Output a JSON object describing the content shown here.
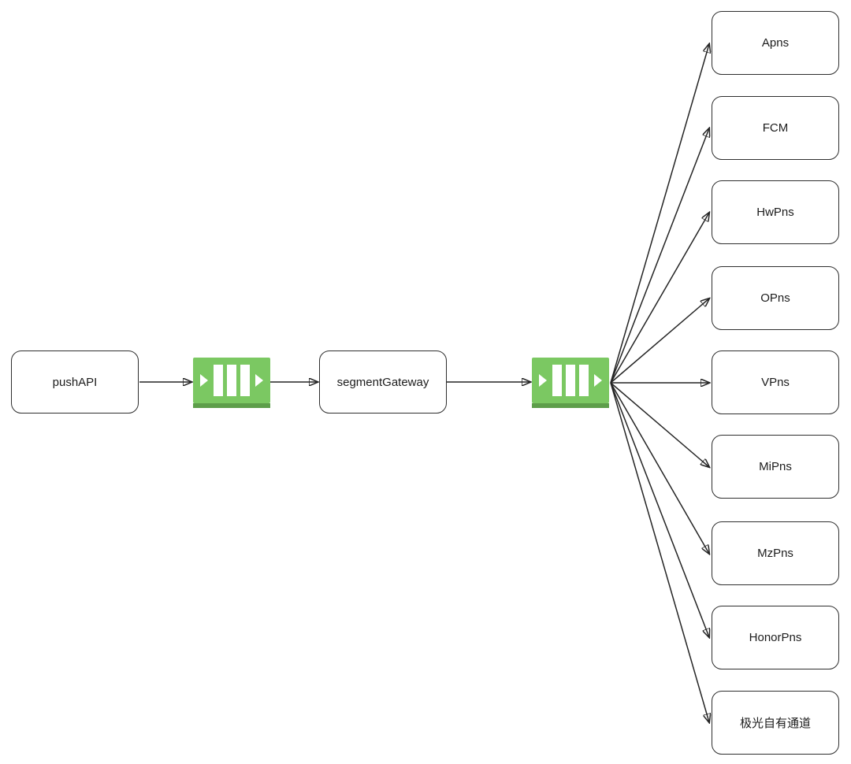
{
  "diagram": {
    "type": "flow-diagram",
    "background": "#ffffff",
    "colors": {
      "line": "#242424",
      "node_border": "#2e2e2e",
      "node_fill": "#ffffff",
      "queue_green": "#7bc862",
      "queue_green_dark": "#5d9e4a",
      "text": "#1c1c1c",
      "background": "#ffffff"
    },
    "icons": [
      {
        "name": "message-queue-icon",
        "description": "green queue block with three white vertical bars and in/out arrows",
        "count": 2
      }
    ],
    "nodes": {
      "push_api": {
        "label": "pushAPI"
      },
      "segment_gateway": {
        "label": "segmentGateway"
      }
    },
    "targets": [
      {
        "label": "Apns"
      },
      {
        "label": "FCM"
      },
      {
        "label": "HwPns"
      },
      {
        "label": "OPns"
      },
      {
        "label": "VPns"
      },
      {
        "label": "MiPns"
      },
      {
        "label": "MzPns"
      },
      {
        "label": "HonorPns"
      },
      {
        "label": "极光自有通道"
      }
    ],
    "edges_description": "pushAPI → queue → segmentGateway → queue → 9 push channels"
  }
}
